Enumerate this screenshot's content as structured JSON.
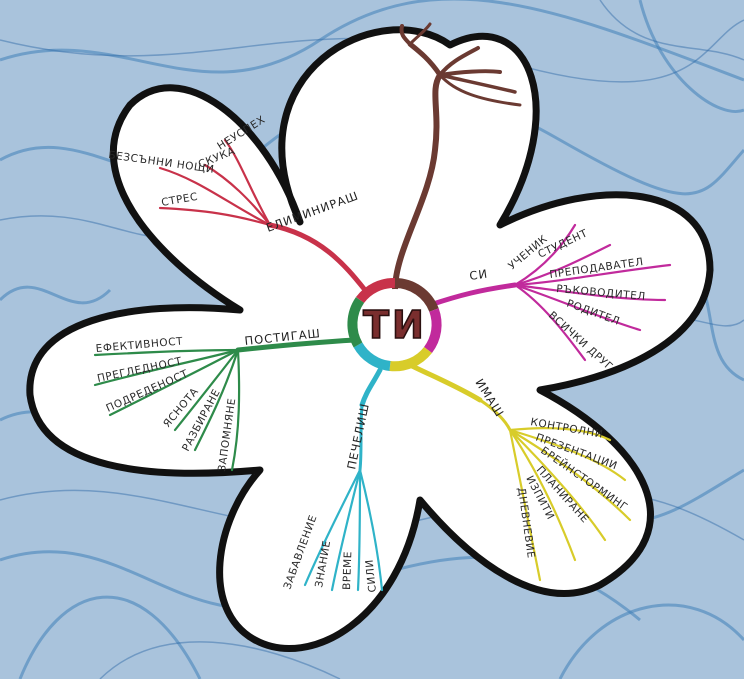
{
  "center": {
    "label": "ТИ",
    "color": "#7a2e2e"
  },
  "branches": {
    "eliminirash": {
      "label": "ЕЛИМИНИРАШ",
      "color": "#c8324a",
      "items": [
        "БЕЗСЪННИ НОЩИ",
        "НЕУСПЕХ",
        "СКУКА",
        "СТРЕС"
      ]
    },
    "si": {
      "label": "СИ",
      "color": "#c12a9c",
      "items": [
        "УЧЕНИК",
        "СТУДЕНТ",
        "ПРЕПОДАВАТЕЛ",
        "РЪКОВОДИТЕЛ",
        "РОДИТЕЛ",
        "ВСИЧКИ ДРУГ"
      ]
    },
    "postigash": {
      "label": "ПОСТИГАШ",
      "color": "#2e8b4a",
      "items": [
        "ЕФЕКТИВНОСТ",
        "ПРЕГЛЕДНОСТ",
        "ПОДРЕДЕНОСТ",
        "ЯСНОТА",
        "РАЗБИРАНЕ",
        "ЗАПОМНЯНЕ"
      ]
    },
    "imash": {
      "label": "ИМАШ",
      "color": "#d8cc2a",
      "items": [
        "КОНТРОЛНИ",
        "ПРЕЗЕНТАЦИИ",
        "БРЕЙНСТОРМИНГ",
        "ПЛАНИРАНЕ",
        "ИЗПИТИ",
        "ДНЕВНЕВИЕ"
      ]
    },
    "pechelish": {
      "label": "ПЕЧЕЛИШ",
      "color": "#2fb3c8",
      "items": [
        "ЗАБАВЛЕНИЕ",
        "ЗНАНИЕ",
        "ВРЕМЕ",
        "СИЛИ"
      ]
    }
  },
  "colors": {
    "background": "#a9c3dc",
    "texture": "#3f7fb8",
    "flower_fill": "#ffffff",
    "outline": "#111111",
    "trunk": "#6b3a32"
  }
}
